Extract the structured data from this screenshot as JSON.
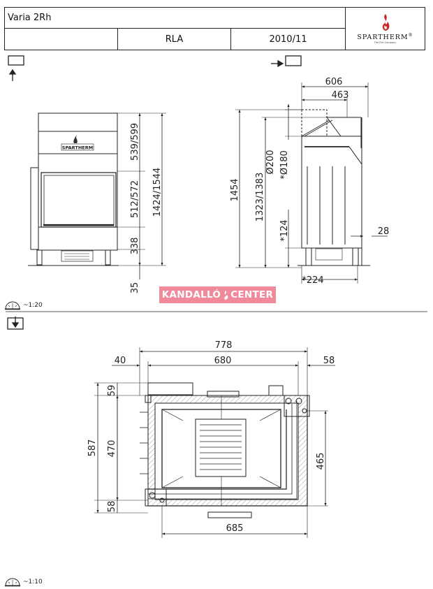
{
  "header": {
    "title": "Varia 2Rh",
    "model": "RLA",
    "date": "2010/11",
    "logo_word": "SPARTHERM",
    "logo_mark": "®",
    "logo_tagline": "The Fire Company"
  },
  "front_view": {
    "brand_plate": "SPARTHERM",
    "dims": {
      "d1": "539/599",
      "d2": "512/572",
      "d3": "338",
      "d4": "35",
      "d5": "1424/1544"
    }
  },
  "side_view": {
    "dims": {
      "width_total": "606",
      "width_inner": "463",
      "height_total": "1454",
      "height_outlet": "1323/1383",
      "flue_a": "Ø200",
      "flue_b": "*Ø180",
      "bottom": "*124",
      "side": "28",
      "depth": "*224"
    }
  },
  "plan_view": {
    "dims": {
      "total_width": "778",
      "left_offset": "40",
      "inner_width": "680",
      "right_offset": "58",
      "total_depth": "587",
      "top_offset": "59",
      "mid_depth": "470",
      "bottom_offset": "58",
      "right_depth": "465",
      "bottom_width": "685"
    }
  },
  "scales": {
    "upper": "~1:20",
    "lower": "~1:10"
  },
  "watermark": {
    "left": "KANDALLÓ",
    "right": "CENTER"
  },
  "colors": {
    "line": "#222222",
    "watermark_bg": "#f08a9a",
    "flame_red": "#c62828",
    "hatch": "#888888"
  }
}
